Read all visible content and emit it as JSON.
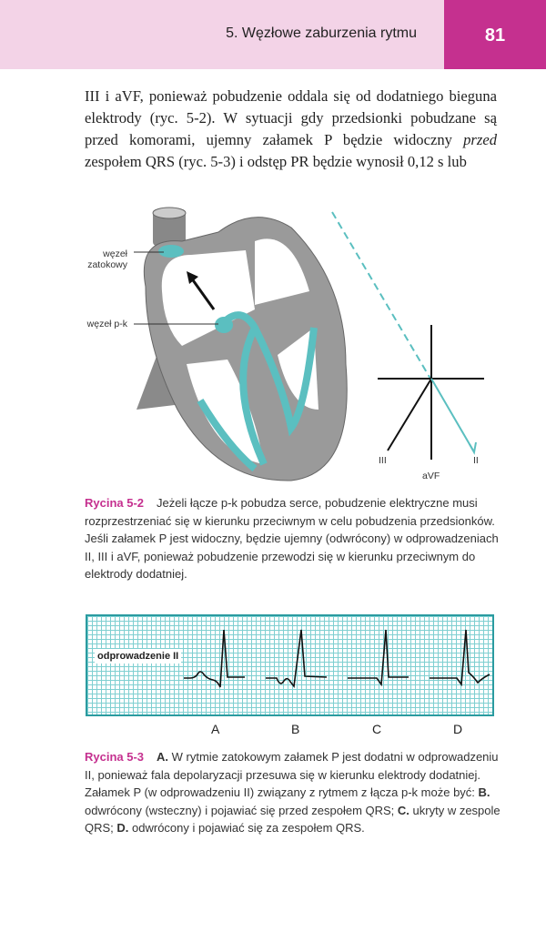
{
  "header": {
    "chapter_title": "5. Węzłowe zaburzenia rytmu",
    "page_number": "81"
  },
  "body": {
    "text_before_em": "III i aVF, ponieważ pobudzenie oddala się od dodatniego bieguna elektrody (ryc. 5-2). W sytuacji gdy przedsionki pobudzane są przed komorami, ujemny załamek P będzie widoczny ",
    "em": "przed",
    "text_after_em": " zespołem QRS (ryc. 5-3) i odstęp PR będzie wynosił 0,12 s lub"
  },
  "figure_5_2": {
    "label_sa": "węzeł zatokowy",
    "label_av": "węzeł p-k",
    "axis_labels": {
      "iii": "III",
      "avf": "aVF",
      "ii": "II"
    },
    "caption_label": "Rycina 5-2",
    "caption_text": "Jeżeli łącze p-k pobudza serce, pobudzenie elektryczne musi rozprzestrzeniać się w kierunku przeciwnym w celu pobudzenia przedsionków. Jeśli załamek P jest widoczny, będzie ujemny (odwrócony) w odprowadzeniach II, III i aVF, ponieważ pobudzenie przewodzi się w kierunku przeciwnym do elektrody dodatniej."
  },
  "figure_5_3": {
    "lead_label": "odprowadzenie II",
    "letters": [
      "A",
      "B",
      "C",
      "D"
    ],
    "caption_label": "Rycina 5-3",
    "caption_parts": [
      {
        "b": "A.",
        "t": " W rytmie zatokowym załamek P jest dodatni w odprowadzeniu II, ponieważ fala depolaryzacji przesuwa się w kierunku elektrody dodatniej. Załamek P (w odprowadzeniu II) związany z rytmem z łącza p-k może być: "
      },
      {
        "b": "B.",
        "t": " odwrócony (wsteczny) i pojawiać się przed zespołem QRS; "
      },
      {
        "b": "C.",
        "t": " ukryty w zespole QRS; "
      },
      {
        "b": "D.",
        "t": " odwrócony i pojawiać się za zespołem QRS."
      }
    ]
  },
  "colors": {
    "accent": "#c5308f",
    "header_bg": "#f3d3e7",
    "teal": "#5bbfc0"
  }
}
